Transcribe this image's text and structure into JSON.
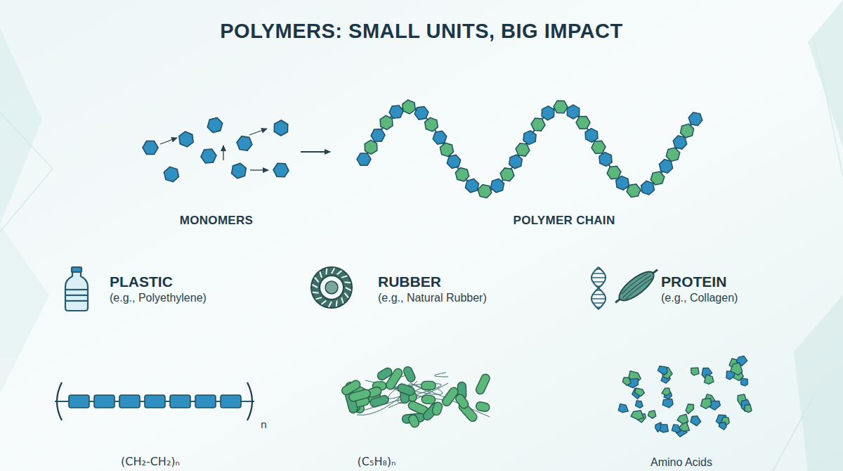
{
  "diagram": {
    "title": "POLYMERS: SMALL UNITS, BIG IMPACT",
    "labels": [
      "MONOMERS",
      "POLYMER CHAIN",
      "PLASTIC",
      "(e.g., Polyethylene)",
      "RUBBER",
      "(e.g., Natural Rubber)",
      "PROTEIN",
      "(e.g., Collagen)",
      "n",
      "(CH₂-CH₂)ₙ",
      "(C₅H₈)ₙ",
      "Amino Acids"
    ]
  }
}
